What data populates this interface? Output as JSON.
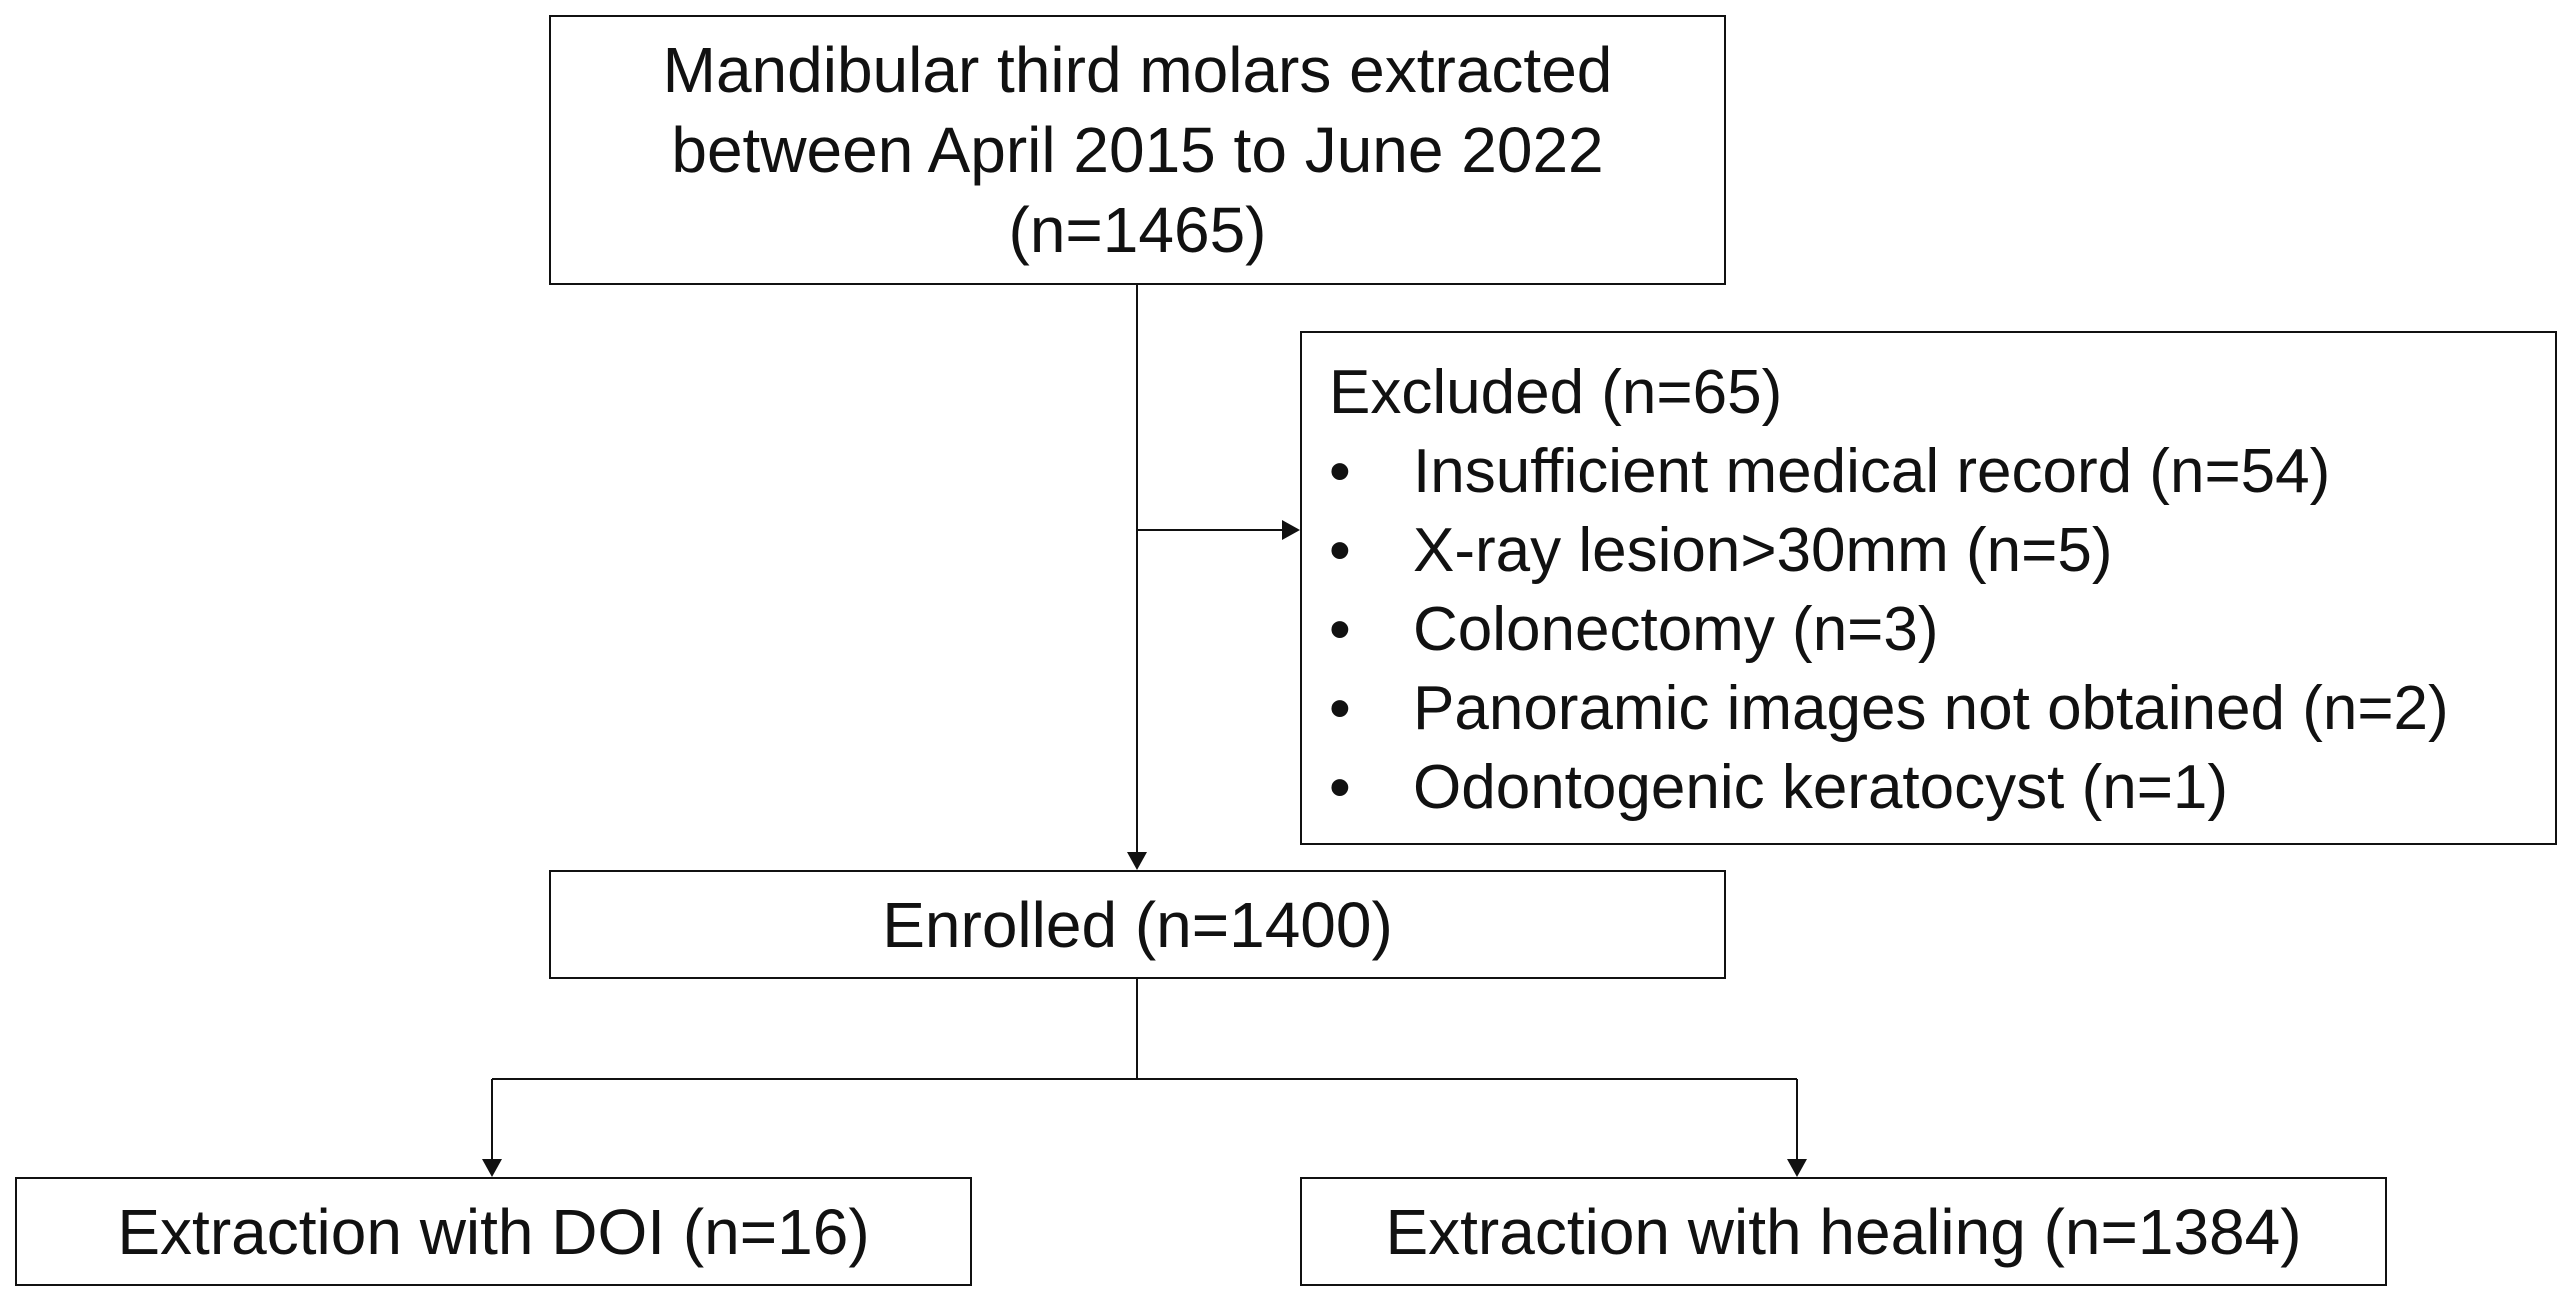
{
  "start_box": {
    "line1": "Mandibular third molars extracted",
    "line2": "between April 2015 to June 2022",
    "line3": "(n=1465)"
  },
  "excluded_box": {
    "title": "Excluded (n=65)",
    "bullet": "•",
    "items": [
      "Insufficient medical record (n=54)",
      "X-ray lesion>30mm (n=5)",
      "Colonectomy (n=3)",
      "Panoramic images not obtained (n=2)",
      "Odontogenic keratocyst (n=1)"
    ]
  },
  "enrolled_box": {
    "label": "Enrolled (n=1400)"
  },
  "outcome_boxes": {
    "doi": "Extraction with DOI (n=16)",
    "healing": "Extraction with healing (n=1384)"
  },
  "colors": {
    "stroke": "#111111",
    "background": "#ffffff"
  }
}
